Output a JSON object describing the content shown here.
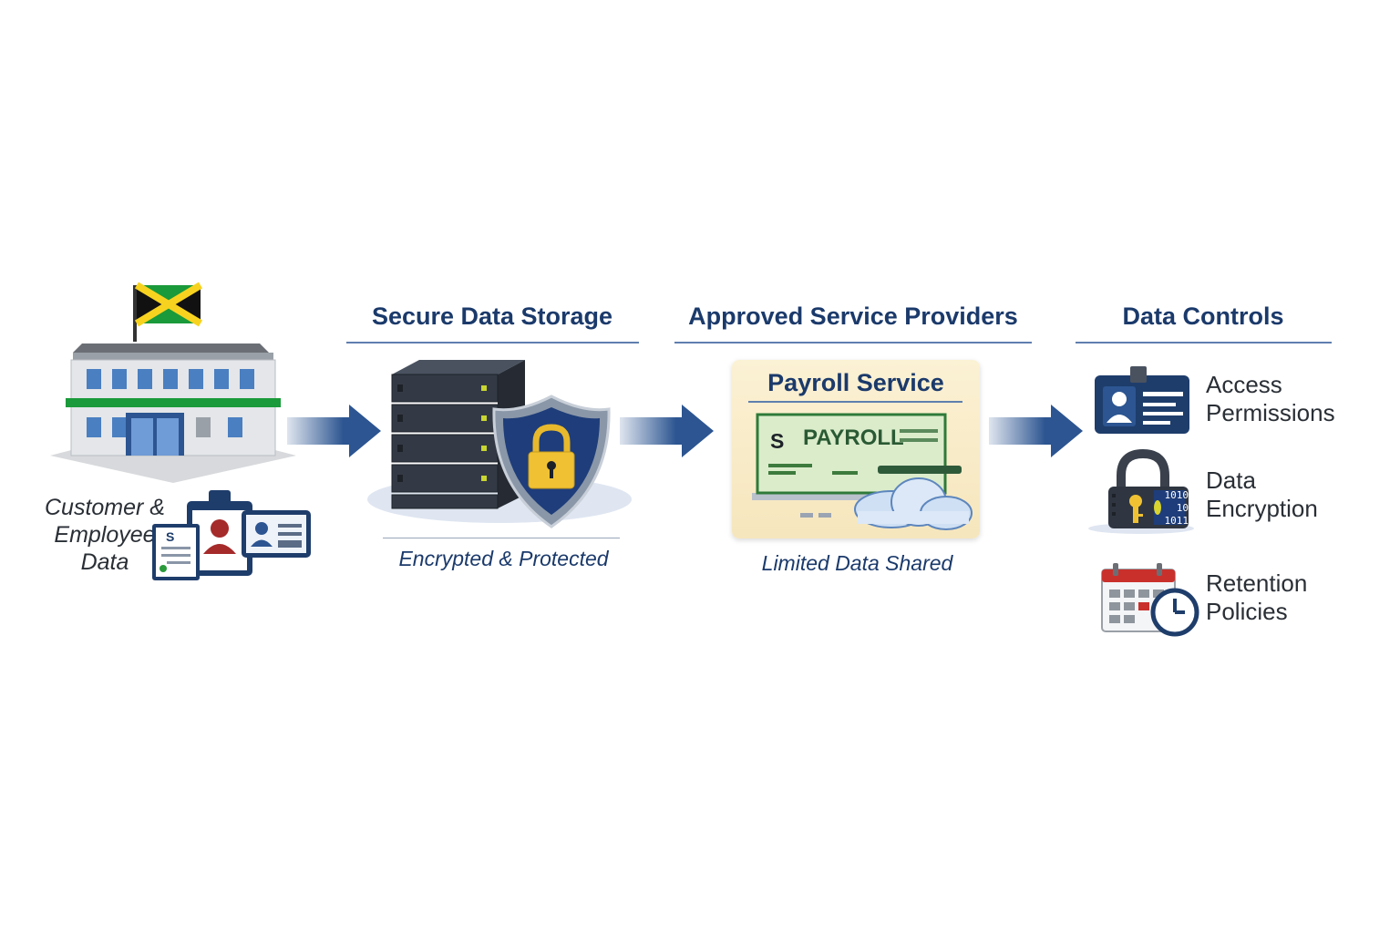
{
  "stages": {
    "source": {
      "label_lines": [
        "Customer &",
        "Employee",
        "Data"
      ]
    },
    "storage": {
      "heading": "Secure Data Storage",
      "caption": "Encrypted & Protected"
    },
    "providers": {
      "heading": "Approved Service Providers",
      "card_title": "Payroll Service",
      "check_symbol": "S",
      "check_label": "PAYROLL",
      "caption": "Limited Data Shared"
    },
    "controls": {
      "heading": "Data Controls",
      "items": [
        {
          "lines": [
            "Access",
            "Permissions"
          ],
          "icon": "id-badge-icon"
        },
        {
          "lines": [
            "Data",
            "Encryption"
          ],
          "icon": "padlock-binary-icon"
        },
        {
          "lines": [
            "Retention",
            "Policies"
          ],
          "icon": "calendar-clock-icon"
        }
      ]
    }
  },
  "document_icons": {
    "dollar_symbol": "S"
  },
  "encryption_digits": [
    "1010",
    "10",
    "1011"
  ],
  "colors": {
    "navy": "#1b3a6b",
    "arrow": "#2c5591",
    "flag_green": "#1a9a3a",
    "flag_gold": "#f7d320",
    "lock_gold": "#f0c233",
    "check_green": "#dbeccb"
  }
}
